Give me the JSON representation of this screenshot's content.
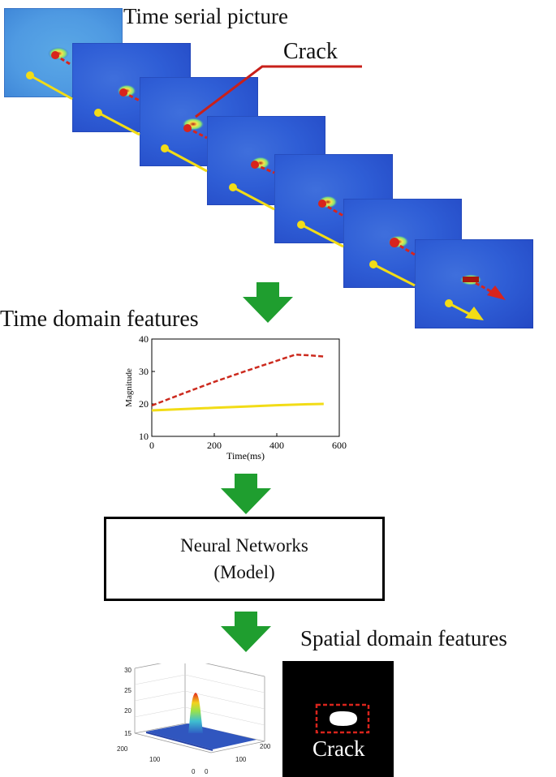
{
  "labels": {
    "time_serial": "Time serial picture",
    "crack_top": "Crack",
    "time_domain": "Time domain features",
    "spatial_domain": "Spatial domain features",
    "crack_bottom": "Crack"
  },
  "model_box": {
    "line1": "Neural Networks",
    "line2": "(Model)"
  },
  "colors": {
    "arrow_green": "#1f9e2f",
    "crack_red": "#d8241c",
    "yellow": "#f2dc16",
    "thermal_blue": "#2f5ed6"
  },
  "frame_count": 7,
  "chart_data": {
    "type": "line",
    "xlabel": "Time(ms)",
    "ylabel": "Magnitude",
    "xlim": [
      0,
      600
    ],
    "ylim": [
      10,
      40
    ],
    "xticks": [
      "0",
      "200",
      "400",
      "600"
    ],
    "yticks": [
      "10",
      "20",
      "30",
      "40"
    ],
    "series": [
      {
        "color": "#cc2a1e",
        "style": "dashed",
        "x": [
          0,
          100,
          200,
          300,
          400,
          460,
          500,
          550
        ],
        "y": [
          19.5,
          23.2,
          26.8,
          30.1,
          33.3,
          35.2,
          35.0,
          34.6
        ]
      },
      {
        "color": "#f2dc16",
        "style": "solid",
        "x": [
          0,
          100,
          200,
          300,
          400,
          500,
          550
        ],
        "y": [
          18.0,
          18.4,
          18.8,
          19.2,
          19.6,
          19.9,
          20.0
        ]
      }
    ]
  },
  "surface_plot": {
    "zticks": [
      "15",
      "20",
      "25",
      "30"
    ],
    "left_ticks": [
      "200",
      "100",
      "0"
    ],
    "right_ticks": [
      "0",
      "100",
      "200"
    ]
  }
}
